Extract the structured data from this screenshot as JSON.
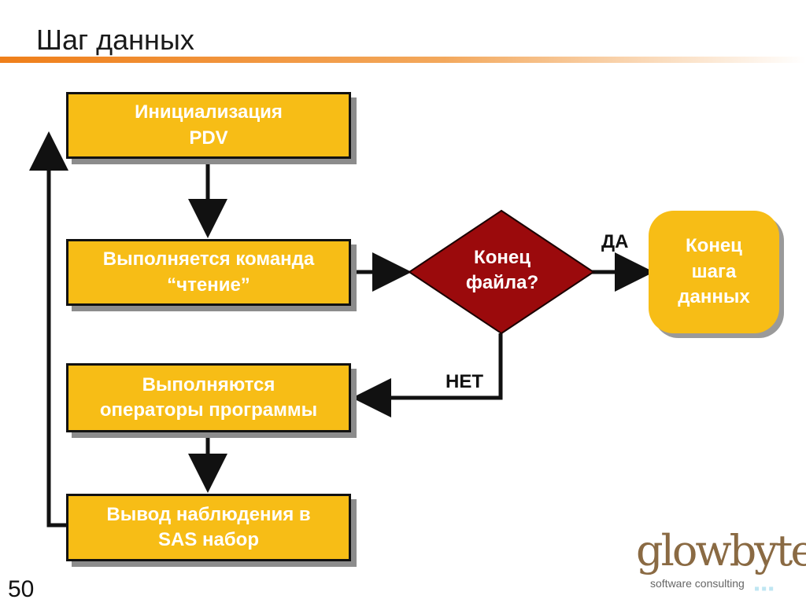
{
  "title": "Шаг данных",
  "page_number": "50",
  "nodes": {
    "init": "Инициализация\nPDV",
    "read": "Выполняется команда\n“чтение”",
    "execute": "Выполняются\nоператоры программы",
    "output": "Вывод наблюдения в\nSAS набор",
    "decision": "Конец\nфайла?",
    "end": "Конец\nшага\nданных"
  },
  "edge_labels": {
    "yes": "ДА",
    "no": "НЕТ"
  },
  "logo": {
    "word": "glowbyte",
    "tagline": "software consulting"
  },
  "colors": {
    "box_fill": "#f7bd16",
    "decision_fill": "#9b0a0c",
    "accent_rule": "#ef7f1a",
    "text_light": "#ffffff"
  }
}
